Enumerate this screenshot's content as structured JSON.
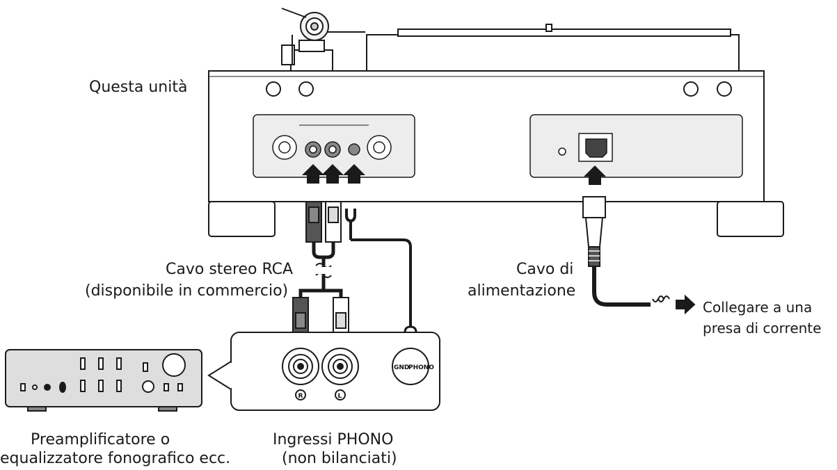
{
  "labels": {
    "unit": "Questa unità",
    "rca_cable_line1": "Cavo stereo RCA",
    "rca_cable_line2": "(disponibile in commercio)",
    "power_cable_line1": "Cavo di",
    "power_cable_line2": "alimentazione",
    "outlet_line1": "Collegare a una",
    "outlet_line2": "presa di corrente",
    "preamp_line1": "Preamplificatore o",
    "preamp_line2": "equalizzatore fonografico ecc.",
    "phono_inputs_line1": "Ingressi PHONO",
    "phono_inputs_line2": "(non bilanciati)"
  },
  "jack_labels": {
    "gnd": "GND",
    "phono": "PHONO",
    "right": "R",
    "left": "L"
  },
  "colors": {
    "line": "#1a1a1a",
    "panel_fill": "#ededed",
    "device_fill": "#d9d9d9"
  }
}
